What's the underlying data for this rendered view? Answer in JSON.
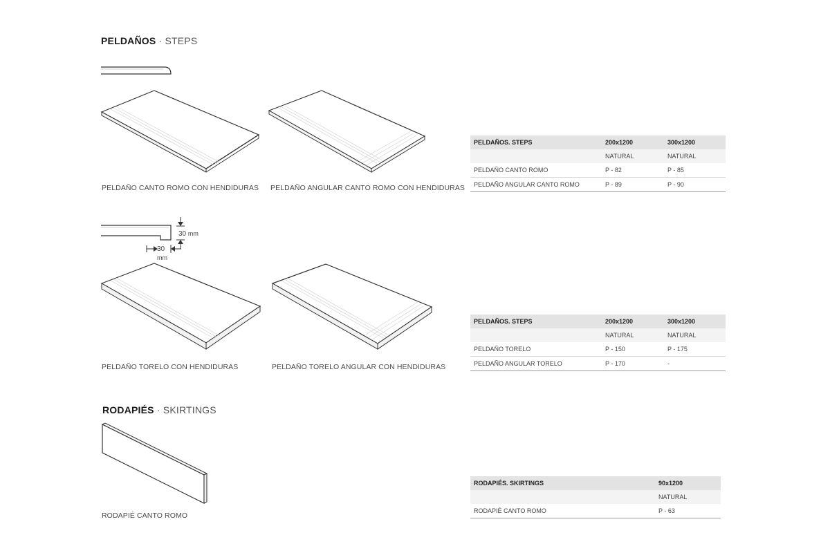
{
  "sections": {
    "steps": {
      "title_bold": "PELDAÑOS",
      "separator": "·",
      "title_light": "STEPS"
    },
    "skirtings": {
      "title_bold": "RODAPIÉS",
      "separator": "·",
      "title_light": "SKIRTINGS"
    }
  },
  "captions": {
    "p1": "PELDAÑO CANTO ROMO CON HENDIDURAS",
    "p2": "PELDAÑO ANGULAR CANTO ROMO CON HENDIDURAS",
    "p3": "PELDAÑO TORELO CON HENDIDURAS",
    "p4": "PELDAÑO TORELO ANGULAR CON HENDIDURAS",
    "p5": "RODAPIÉ CANTO ROMO"
  },
  "dimensions": {
    "vertical_value": "30",
    "vertical_unit": "mm",
    "horizontal_value": "30",
    "horizontal_unit": "mm"
  },
  "tables": {
    "t1": {
      "header": [
        "PELDAÑOS. STEPS",
        "200x1200",
        "300x1200"
      ],
      "subheader": [
        "",
        "NATURAL",
        "NATURAL"
      ],
      "rows": [
        [
          "PELDAÑO CANTO ROMO",
          "P - 82",
          "P - 85"
        ],
        [
          "PELDAÑO ANGULAR CANTO ROMO",
          "P - 89",
          "P - 90"
        ]
      ]
    },
    "t2": {
      "header": [
        "PELDAÑOS. STEPS",
        "200x1200",
        "300x1200"
      ],
      "subheader": [
        "",
        "NATURAL",
        "NATURAL"
      ],
      "rows": [
        [
          "PELDAÑO TORELO",
          "P - 150",
          "P - 175"
        ],
        [
          "PELDAÑO ANGULAR TORELO",
          "P - 170",
          "-"
        ]
      ]
    },
    "t3": {
      "header": [
        "RODAPIÉS. SKIRTINGS",
        "90x1200"
      ],
      "subheader": [
        "",
        "NATURAL"
      ],
      "rows": [
        [
          "RODAPIÉ CANTO ROMO",
          "P - 63"
        ]
      ]
    }
  }
}
